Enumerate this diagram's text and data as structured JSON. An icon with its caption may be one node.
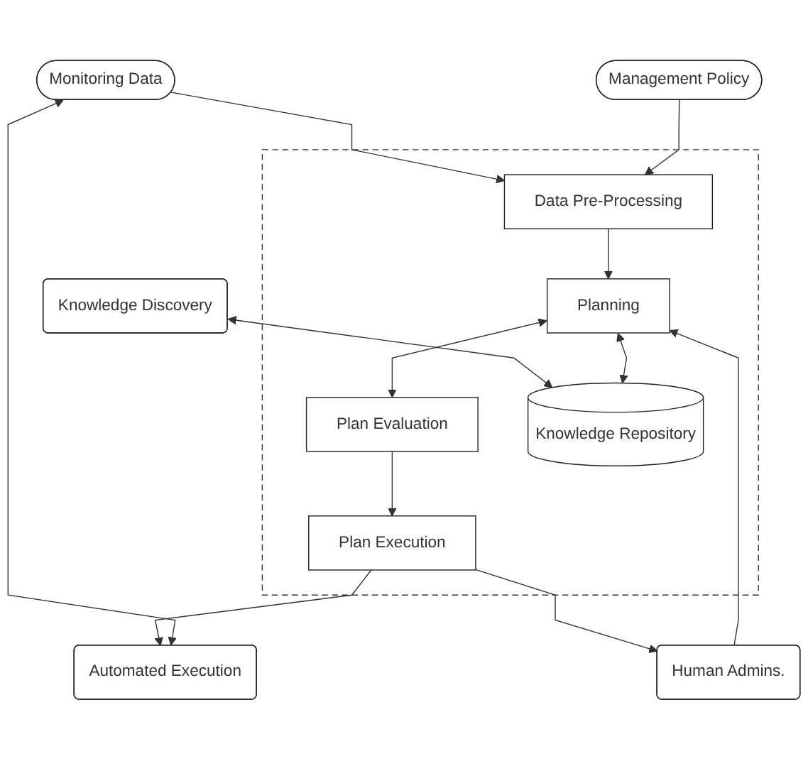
{
  "diagram": {
    "nodes": [
      {
        "text": [
          "Monitoring Data"
        ]
      },
      {
        "text": [
          "Management Policy"
        ]
      },
      {
        "text": [
          "Knowledge Discovery"
        ]
      },
      {
        "text": [],
        "shape": "box"
      },
      {
        "text": [
          "Data Pre-Processing"
        ],
        "in": 3
      },
      {
        "text": [
          "Planning"
        ],
        "in": 3
      },
      {
        "text": [
          "Plan Evaluation"
        ],
        "in": 3
      },
      {
        "text": [
          "Plan Execution"
        ],
        "in": 3
      },
      {
        "text": [
          "Knowledge Repository"
        ],
        "in": 3
      },
      {
        "text": [
          "Automated Execution"
        ]
      },
      {
        "text": [
          "Human Admins."
        ]
      }
    ],
    "edges": [
      {
        "from": 0,
        "to": 4,
        "arrow": "to"
      },
      {
        "from": 1,
        "to": 4,
        "arrow": "to"
      },
      {
        "from": 2,
        "to": 8,
        "arrow": "both"
      },
      {
        "from": 4,
        "to": 5,
        "arrow": "to"
      },
      {
        "from": 5,
        "to": 8,
        "arrow": "both"
      },
      {
        "from": 5,
        "to": 6,
        "arrow": "both"
      },
      {
        "from": 6,
        "to": 7,
        "arrow": "to"
      },
      {
        "from": 7,
        "to": 9,
        "arrow": "to"
      },
      {
        "from": 7,
        "to": 10,
        "arrow": "to"
      },
      {
        "from": 10,
        "to": 5,
        "arrow": "to"
      },
      {
        "from": 9,
        "to": 0,
        "arrow": "both"
      }
    ]
  }
}
